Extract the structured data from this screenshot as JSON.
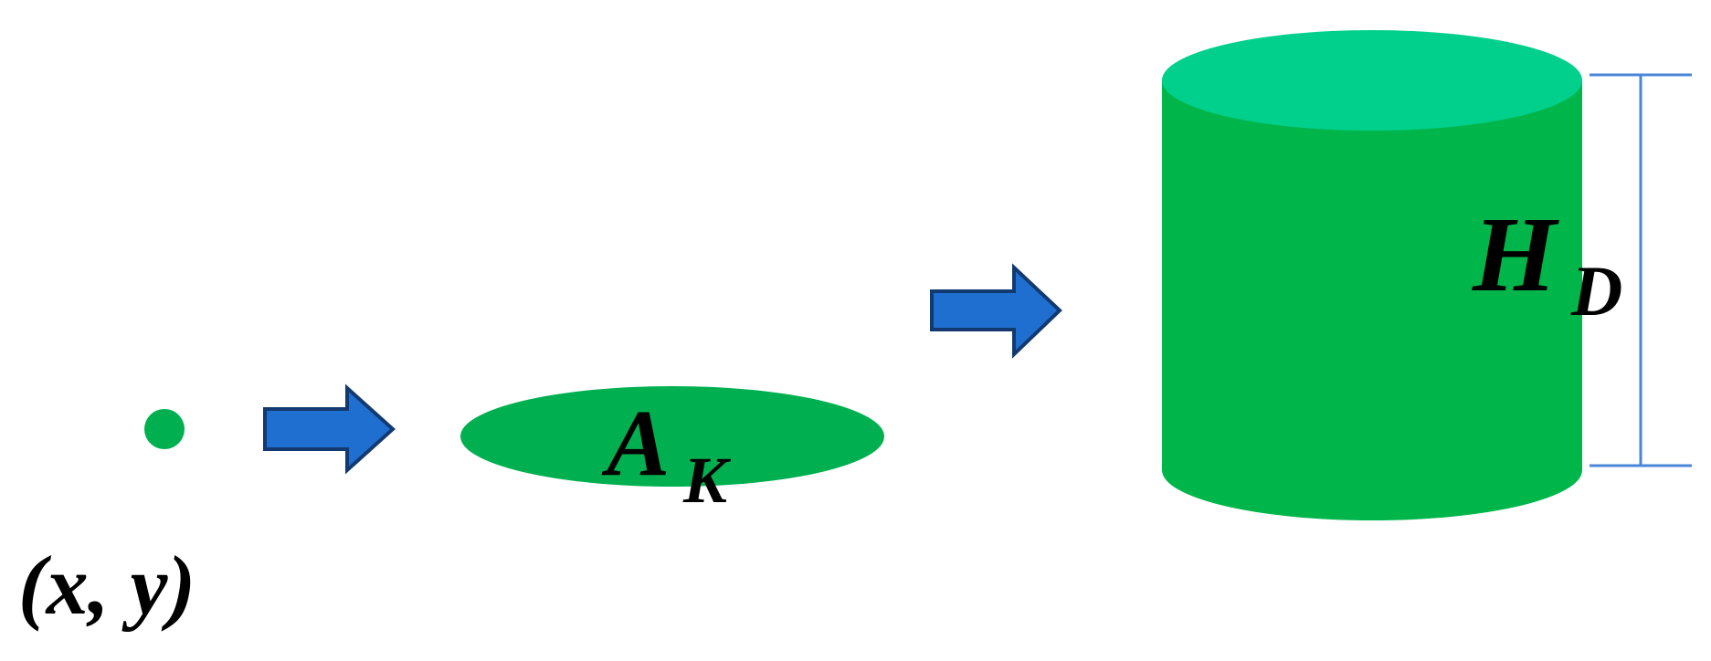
{
  "colors": {
    "background": "#ffffff",
    "point_fill": "#00b050",
    "disk_fill": "#00b050",
    "cylinder_body": "#00b64a",
    "cylinder_top": "#00d08c",
    "arrow_fill": "#1f6fd1",
    "arrow_outline": "#123a70",
    "dimension_line": "#4a86d8",
    "label_text": "#000000"
  },
  "stages": {
    "point": {
      "name": "point",
      "label": "(x, y)"
    },
    "area": {
      "name": "area",
      "label_main": "A",
      "label_sub": "K"
    },
    "volume": {
      "name": "cylinder",
      "label_main": "H",
      "label_sub": "D"
    }
  },
  "arrows": [
    {
      "from": "point",
      "to": "area",
      "icon": "right-arrow-icon"
    },
    {
      "from": "area",
      "to": "volume",
      "icon": "right-arrow-icon"
    }
  ]
}
